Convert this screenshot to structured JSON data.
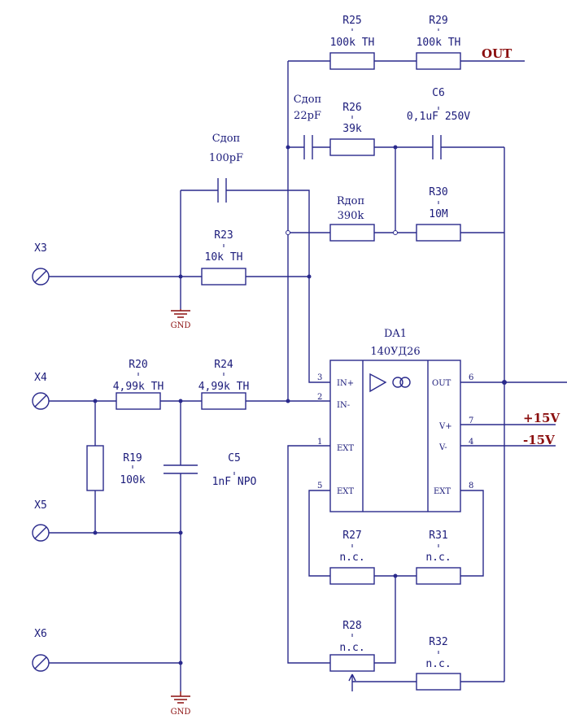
{
  "components": {
    "R25": {
      "ref": "R25",
      "value": "100k TH"
    },
    "R29": {
      "ref": "R29",
      "value": "100k TH"
    },
    "R26": {
      "ref": "R26",
      "value": "39k"
    },
    "C6": {
      "ref": "C6",
      "value": "0,1uF 250V"
    },
    "Cdop22": {
      "ref": "Cдоп",
      "value": "22pF"
    },
    "Cdop100": {
      "ref": "Cдоп",
      "value": "100pF"
    },
    "Rdop": {
      "ref": "Rдоп",
      "value": "390k"
    },
    "R30": {
      "ref": "R30",
      "value": "10M"
    },
    "R23": {
      "ref": "R23",
      "value": "10k TH"
    },
    "R20": {
      "ref": "R20",
      "value": "4,99k TH"
    },
    "R24": {
      "ref": "R24",
      "value": "4,99k TH"
    },
    "R19": {
      "ref": "R19",
      "value": "100k"
    },
    "C5": {
      "ref": "C5",
      "value": "1nF NPO"
    },
    "R27": {
      "ref": "R27",
      "value": "n.c."
    },
    "R31": {
      "ref": "R31",
      "value": "n.c."
    },
    "R28": {
      "ref": "R28",
      "value": "n.c."
    },
    "R32": {
      "ref": "R32",
      "value": "n.c."
    }
  },
  "opamp": {
    "ref": "DA1",
    "part": "140УД26",
    "pins": {
      "in_plus": "IN+",
      "in_minus": "IN-",
      "ext1": "EXT",
      "ext5": "EXT",
      "out": "OUT",
      "vplus": "V+",
      "vminus": "V-",
      "ext8": "EXT"
    },
    "pin_numbers": {
      "p3": "3",
      "p2": "2",
      "p1": "1",
      "p5": "5",
      "p6": "6",
      "p7": "7",
      "p4": "4",
      "p8": "8"
    }
  },
  "connectors": {
    "x3": "X3",
    "x4": "X4",
    "x5": "X5",
    "x6": "X6"
  },
  "nets": {
    "out": "OUT",
    "plus15": "+15V",
    "minus15": "-15V",
    "gnd": "GND"
  }
}
